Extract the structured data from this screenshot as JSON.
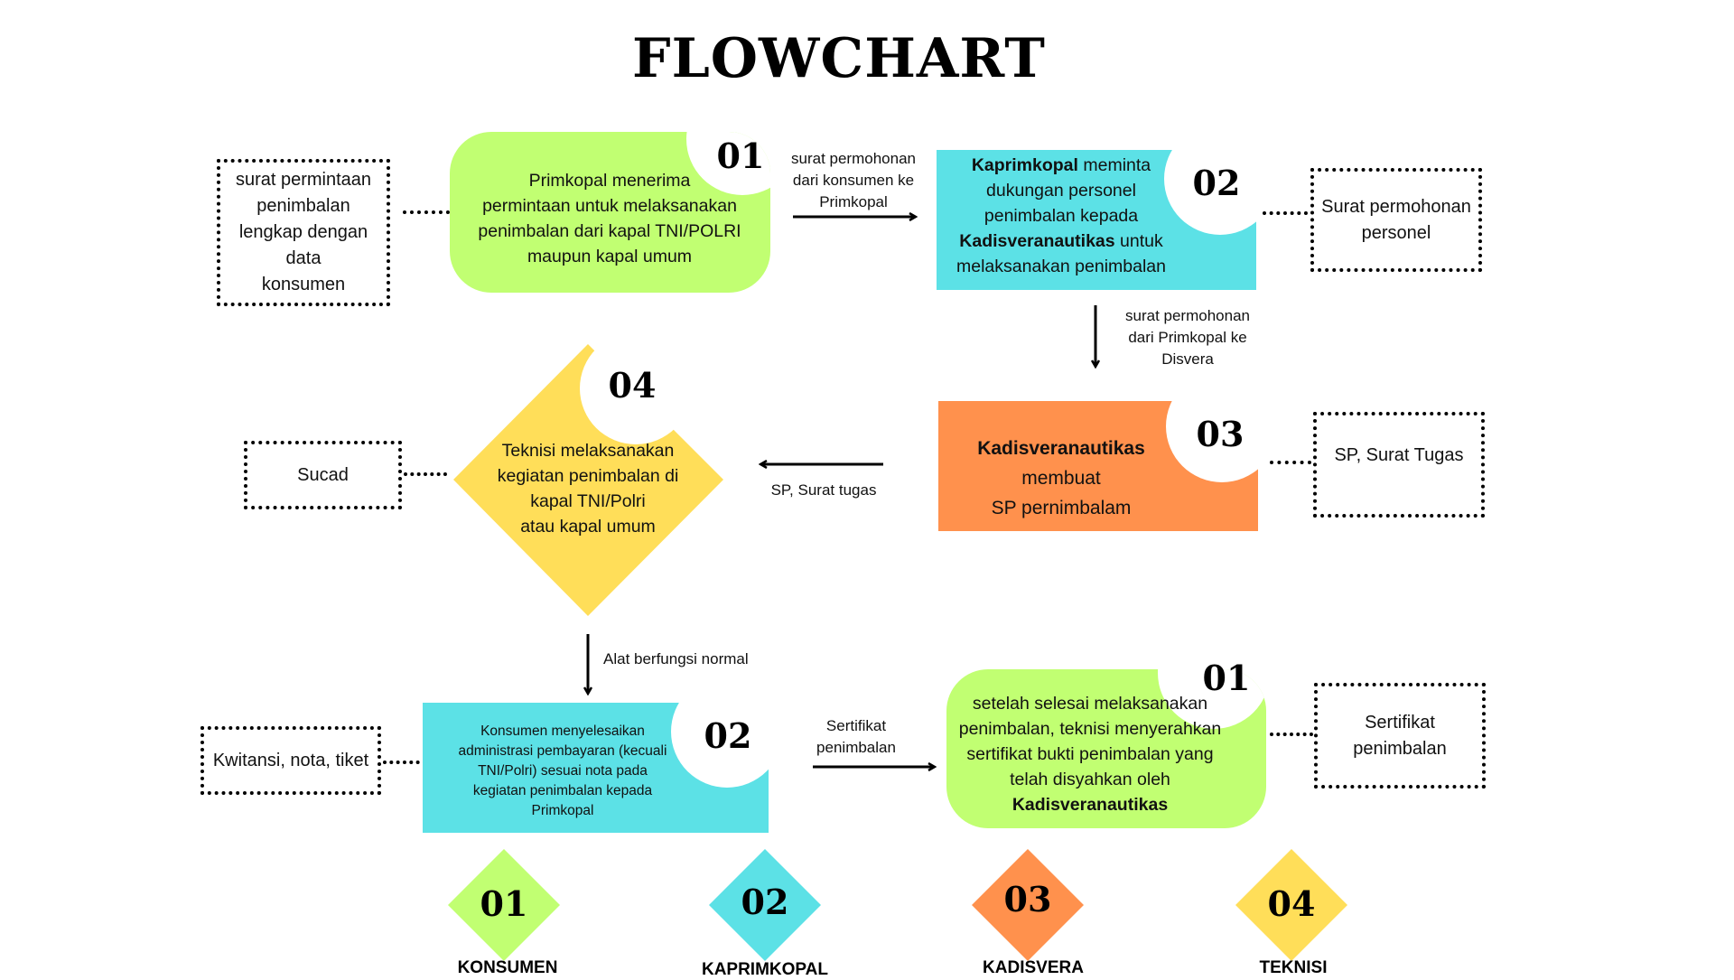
{
  "title": "FLOWCHART",
  "colors": {
    "konsumen": "#c1ff72",
    "kaprimkopal": "#5ce1e6",
    "kadisvera": "#ff914d",
    "teknisi": "#ffde59"
  },
  "steps": [
    {
      "number": "01",
      "actor": "konsumen",
      "lines": [
        "Primkopal menerima",
        "permintaan untuk melaksanakan",
        "penimbalan dari kapal TNI/POLRI",
        "maupun kapal umum"
      ],
      "document": "surat permintaan penimbalan lengkap dengan data konsumen",
      "document_lines": [
        "surat permintaan",
        "penimbalan",
        "lengkap dengan",
        "data",
        "konsumen"
      ]
    },
    {
      "number": "02",
      "actor": "kaprimkopal",
      "lines_rich": [
        {
          "bold": "Kaprimkopal",
          "rest": " meminta"
        },
        {
          "bold": "",
          "rest": "dukungan personel"
        },
        {
          "bold": "",
          "rest": "penimbalan kepada"
        },
        {
          "bold": "Kadisveranautikas",
          "rest": " untuk"
        },
        {
          "bold": "",
          "rest": "melaksanakan penimbalan"
        }
      ],
      "document_lines": [
        "Surat permohonan",
        "personel"
      ]
    },
    {
      "number": "03",
      "actor": "kadisvera",
      "lines_rich": [
        {
          "bold": "Kadisveranautikas",
          "rest": ""
        },
        {
          "bold": "",
          "rest": "membuat"
        },
        {
          "bold": "",
          "rest": "SP pernimbalam"
        }
      ],
      "document_lines": [
        "SP, Surat Tugas"
      ]
    },
    {
      "number": "04",
      "actor": "teknisi",
      "lines": [
        "Teknisi melaksanakan",
        "kegiatan penimbalan di",
        "kapal TNI/Polri",
        "atau kapal umum"
      ],
      "document_lines": [
        "Sucad"
      ]
    },
    {
      "number": "02",
      "actor": "kaprimkopal",
      "lines": [
        "Konsumen menyelesaikan",
        "administrasi pembayaran (kecuali",
        "TNI/Polri) sesuai nota pada",
        "kegiatan penimbalan kepada",
        "Primkopal"
      ],
      "document_lines": [
        "Kwitansi, nota, tiket"
      ]
    },
    {
      "number": "01",
      "actor": "konsumen",
      "lines_rich": [
        {
          "bold": "",
          "rest": "setelah selesai melaksanakan"
        },
        {
          "bold": "",
          "rest": "penimbalan, teknisi menyerahkan"
        },
        {
          "bold": "",
          "rest": "sertifikat bukti penimbalan yang"
        },
        {
          "bold": "",
          "rest": "telah disyahkan oleh"
        },
        {
          "bold": "Kadisveranautikas",
          "rest": ""
        }
      ],
      "document_lines": [
        "Sertifikat",
        "penimbalan"
      ]
    }
  ],
  "arrows": [
    {
      "direction": "right",
      "label_lines": [
        "surat permohonan",
        "dari konsumen ke",
        "Primkopal"
      ]
    },
    {
      "direction": "down",
      "label_lines": [
        "surat permohonan",
        "dari Primkopal ke",
        "Disvera"
      ]
    },
    {
      "direction": "left",
      "label_lines": [
        "SP, Surat tugas"
      ]
    },
    {
      "direction": "down",
      "label_lines": [
        "Alat berfungsi normal"
      ]
    },
    {
      "direction": "right",
      "label_lines": [
        "Sertifikat",
        "penimbalan"
      ]
    }
  ],
  "legend": [
    {
      "number": "01",
      "label": "KONSUMEN",
      "color": "#c1ff72"
    },
    {
      "number": "02",
      "label": "KAPRIMKOPAL",
      "color": "#5ce1e6"
    },
    {
      "number": "03",
      "label": "KADISVERA",
      "color": "#ff914d"
    },
    {
      "number": "04",
      "label": "TEKNISI",
      "color": "#ffde59"
    }
  ]
}
